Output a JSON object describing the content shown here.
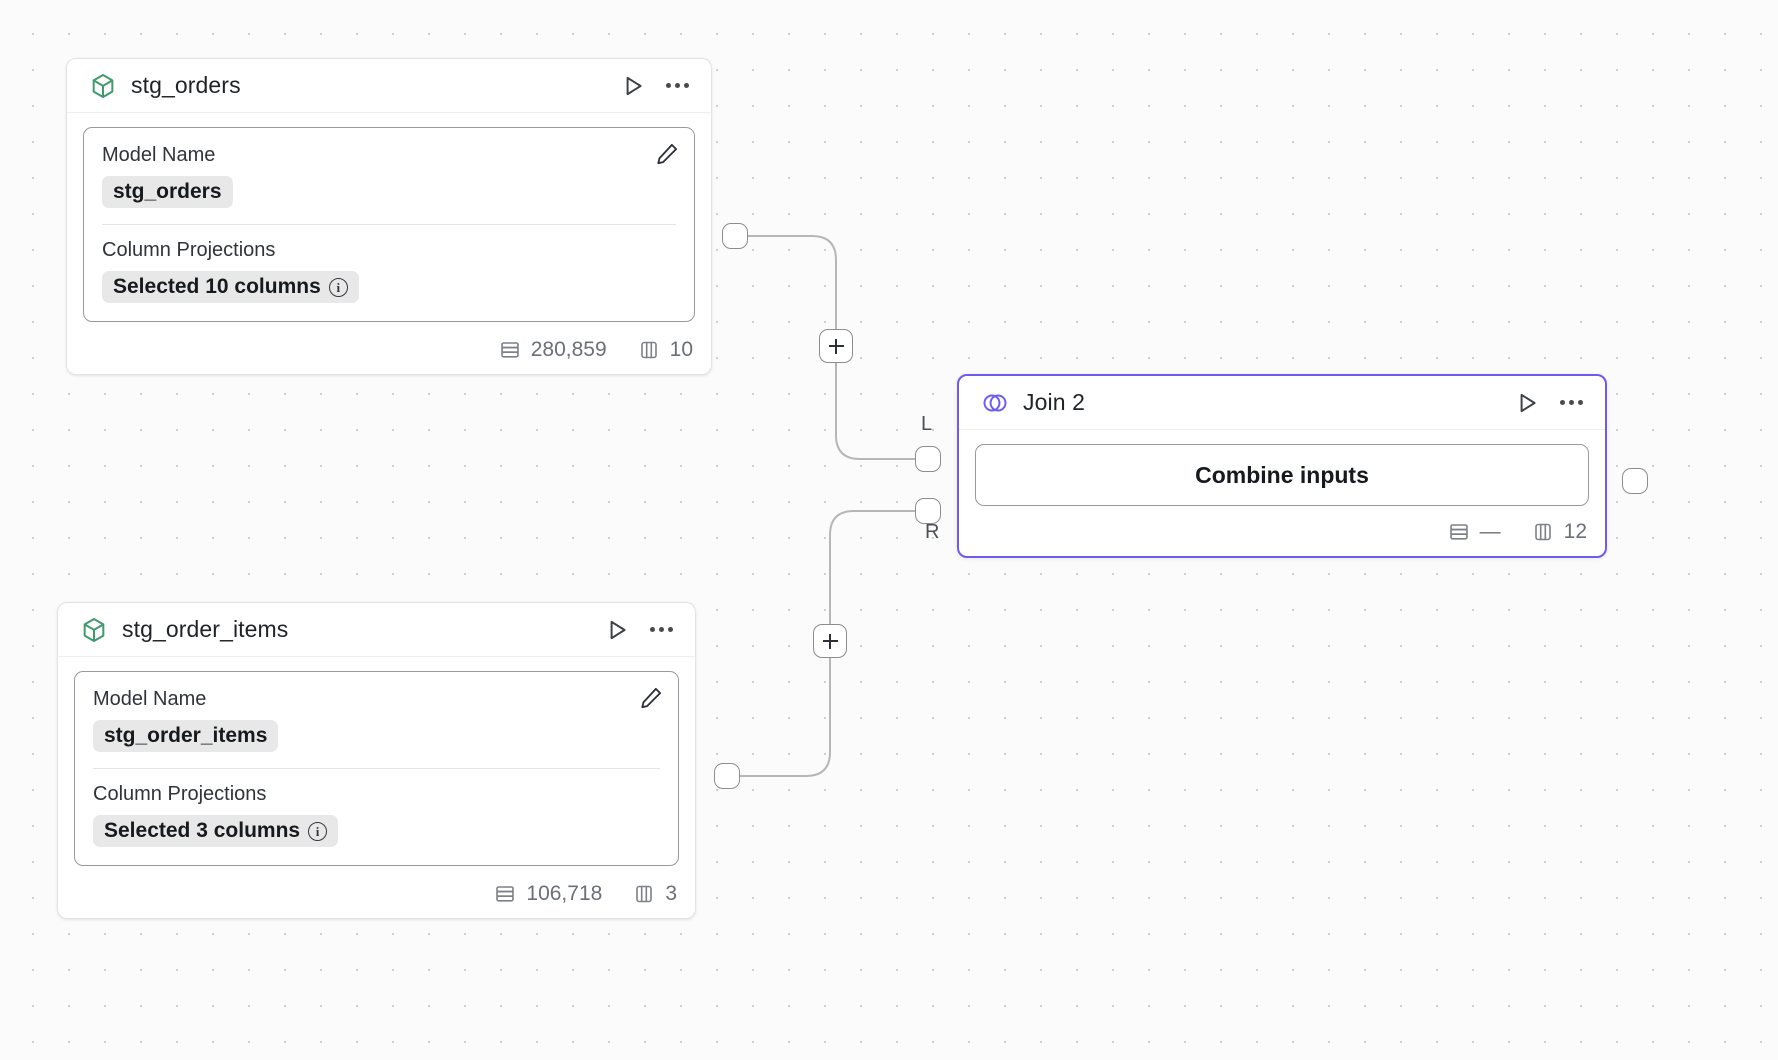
{
  "canvas": {
    "background_color": "#fbfbfb",
    "grid_dot_color": "#cfcfcf"
  },
  "nodes": [
    {
      "id": "stg_orders",
      "type": "model",
      "icon": "cube-icon",
      "icon_color": "#3f9a6d",
      "title": "stg_orders",
      "selected": false,
      "actions": {
        "run_label": "run-icon",
        "menu_label": "more-icon"
      },
      "panel": {
        "model_name_label": "Model Name",
        "model_name_value": "stg_orders",
        "column_projections_label": "Column Projections",
        "column_projections_value": "Selected 10 columns",
        "edit_icon": "pencil-icon",
        "info_icon": "info-icon"
      },
      "footer": {
        "rows": "280,859",
        "columns": "10"
      }
    },
    {
      "id": "stg_order_items",
      "type": "model",
      "icon": "cube-icon",
      "icon_color": "#3f9a6d",
      "title": "stg_order_items",
      "selected": false,
      "actions": {
        "run_label": "run-icon",
        "menu_label": "more-icon"
      },
      "panel": {
        "model_name_label": "Model Name",
        "model_name_value": "stg_order_items",
        "column_projections_label": "Column Projections",
        "column_projections_value": "Selected 3 columns",
        "edit_icon": "pencil-icon",
        "info_icon": "info-icon"
      },
      "footer": {
        "rows": "106,718",
        "columns": "3"
      }
    },
    {
      "id": "join_2",
      "type": "join",
      "icon": "venn-icon",
      "icon_color": "#6f5bf0",
      "title": "Join 2",
      "selected": true,
      "border_color": "#6f5bf0",
      "actions": {
        "run_label": "run-icon",
        "menu_label": "more-icon"
      },
      "body": {
        "combine_button_label": "Combine inputs"
      },
      "footer": {
        "rows": "—",
        "columns": "12"
      },
      "input_ports": [
        {
          "label": "L",
          "name": "left-input-port"
        },
        {
          "label": "R",
          "name": "right-input-port"
        }
      ]
    }
  ],
  "edges": [
    {
      "from": "stg_orders",
      "to": "join_2.L",
      "add_button_label": "+"
    },
    {
      "from": "stg_order_items",
      "to": "join_2.R",
      "add_button_label": "+"
    }
  ]
}
